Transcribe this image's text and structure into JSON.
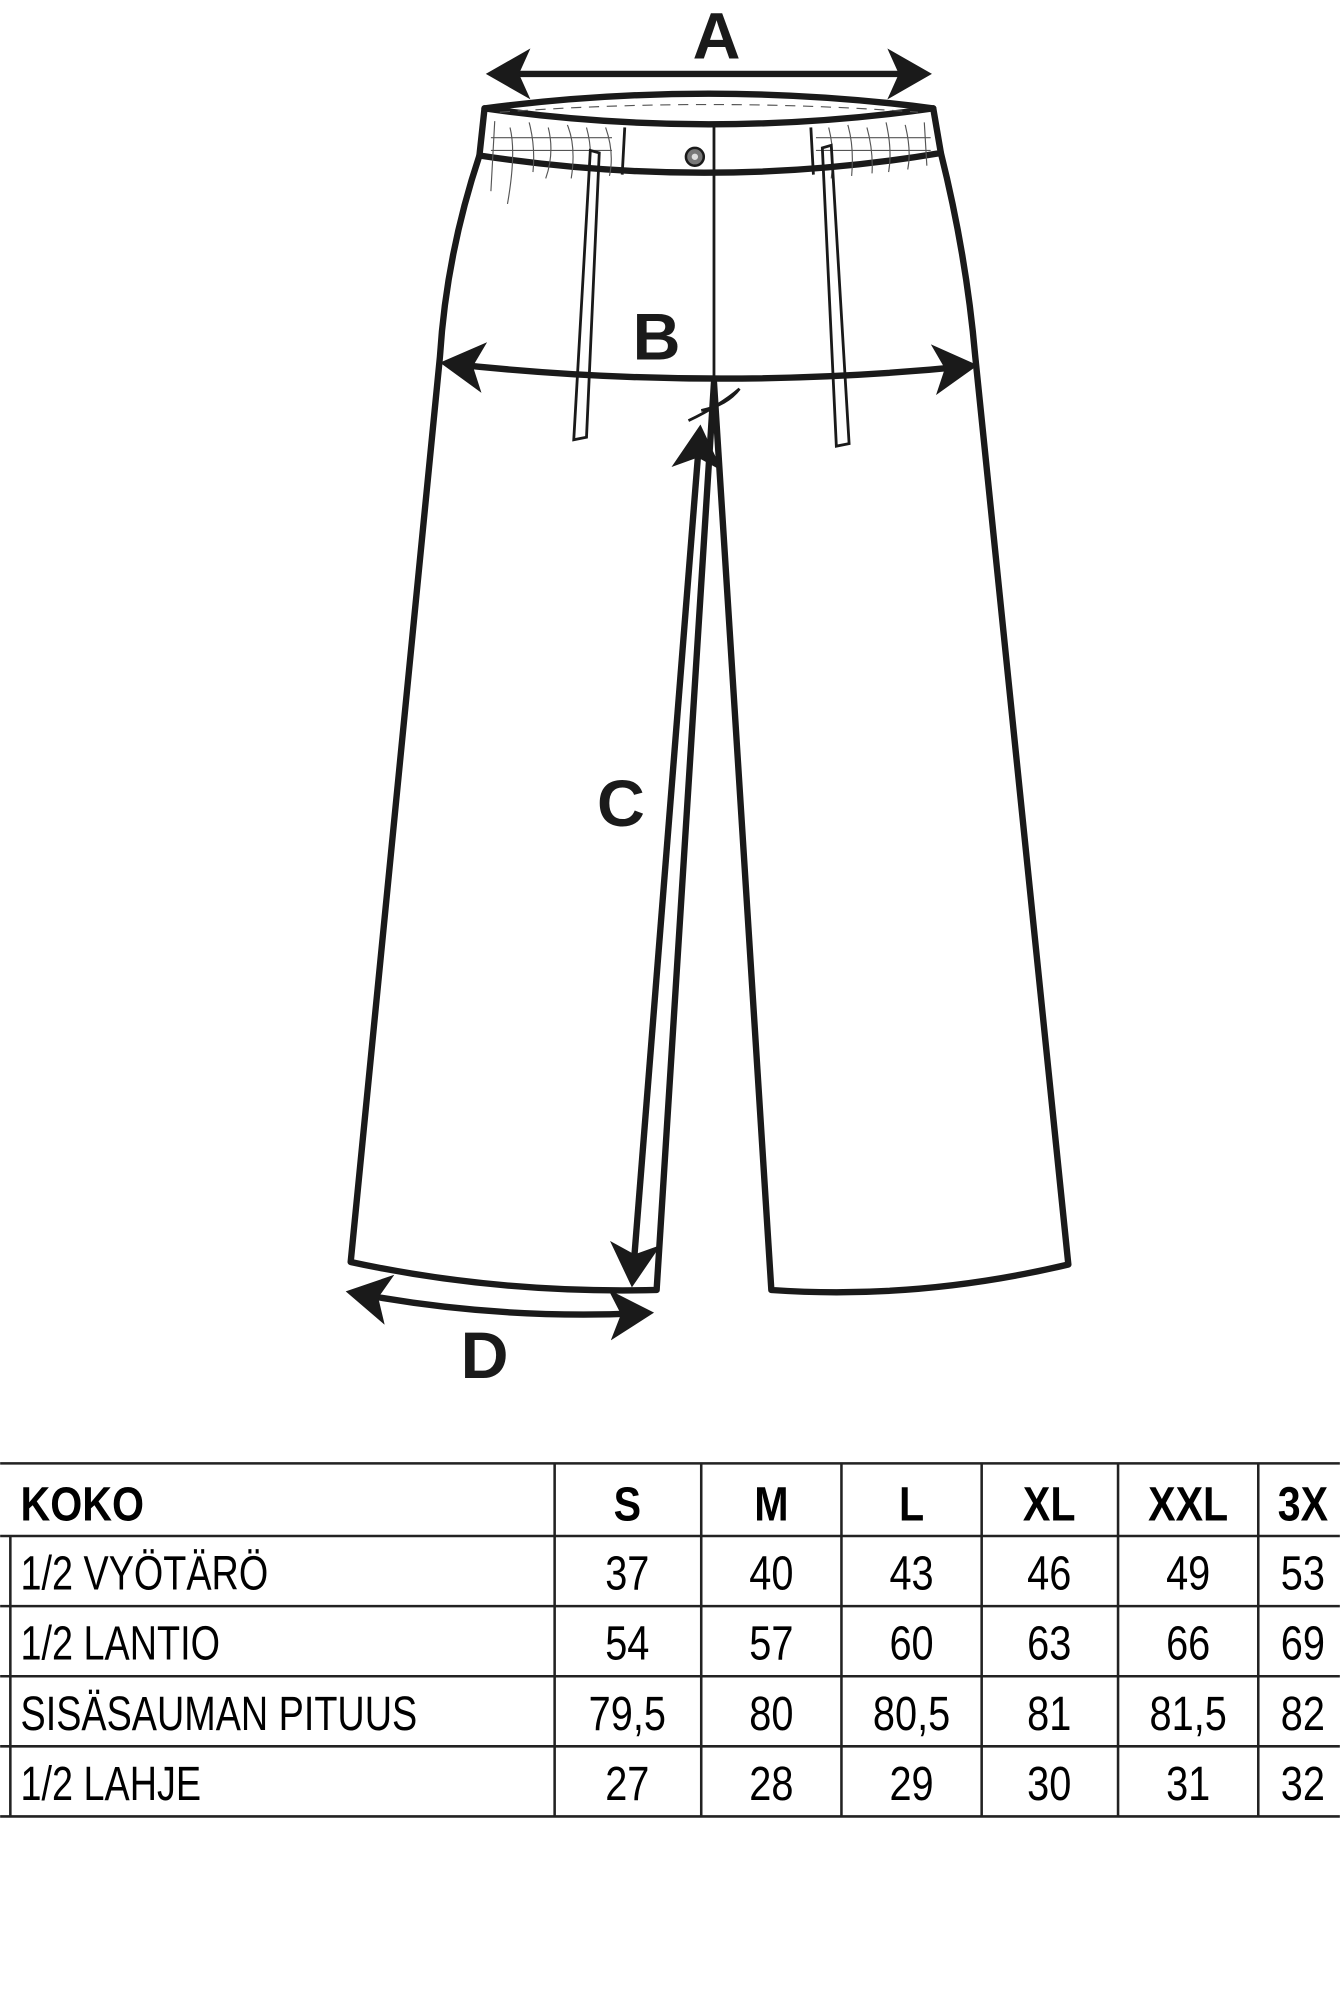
{
  "diagram": {
    "labels": {
      "a": "A",
      "b": "B",
      "c": "C",
      "d": "D"
    }
  },
  "size_table": {
    "header": [
      "KOKO",
      "S",
      "M",
      "L",
      "XL",
      "XXL",
      "3X"
    ],
    "rows": [
      {
        "label": "1/2 VYÖTÄRÖ",
        "values": [
          "37",
          "40",
          "43",
          "46",
          "49",
          "53"
        ]
      },
      {
        "label": "1/2 LANTIO",
        "values": [
          "54",
          "57",
          "60",
          "63",
          "66",
          "69"
        ]
      },
      {
        "label": "SISÄSAUMAN PITUUS",
        "values": [
          "79,5",
          "80",
          "80,5",
          "81",
          "81,5",
          "82"
        ]
      },
      {
        "label": "1/2 LAHJE",
        "values": [
          "27",
          "28",
          "29",
          "30",
          "31",
          "32"
        ]
      }
    ]
  }
}
